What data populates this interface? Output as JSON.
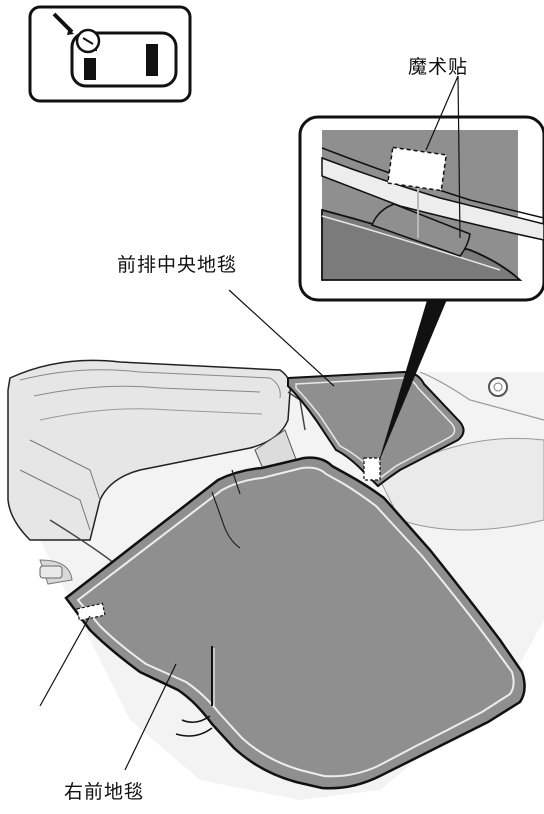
{
  "labels": {
    "velcro": "魔术贴",
    "front_center_mat": "前排中央地毯",
    "right_front_mat": "右前地毯"
  },
  "icons": {
    "locator": "car-top-view-driver-seat-icon",
    "velcro_mark": "velcro-fastener-icon"
  },
  "colors": {
    "mat_gray": "#8f8f8f",
    "floor_light": "#ececec",
    "outline": "#111111",
    "watermark": "#dcdcdc"
  }
}
